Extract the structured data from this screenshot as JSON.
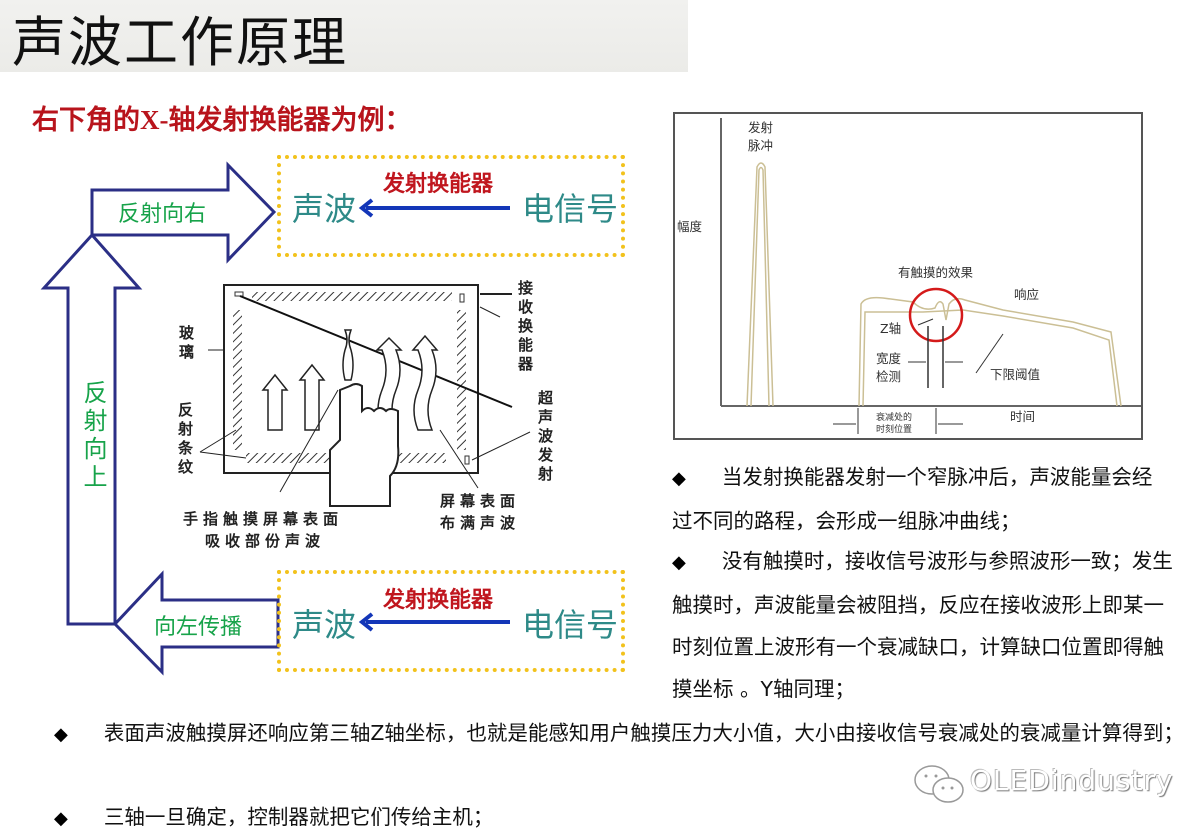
{
  "slide": {
    "title": "声波工作原理",
    "subtitle": "右下角的X-轴发射换能器为例："
  },
  "flow_diagram": {
    "top_box": {
      "left": "声波",
      "transducer": "发射换能器",
      "right": "电信号"
    },
    "bottom_box": {
      "left": "声波",
      "transducer": "发射换能器",
      "right": "电信号"
    },
    "arrow_right_label": "反射向右",
    "arrow_up_label": "反射向上",
    "arrow_left_label": "向左传播",
    "colors": {
      "arrow_outline": "#2b2f86",
      "label_green": "#17a34a",
      "transducer_red": "#c0161e",
      "sound_teal": "#2e8a88",
      "box_dots": "#f2c21c",
      "signal_arrow": "#1336b8"
    }
  },
  "screen_diagram": {
    "labels": {
      "glass": "玻璃",
      "reflect_stripes": "反射条纹",
      "receive_transducer": "接收换能器",
      "ultrasonic_emit": "超声波发射",
      "finger_absorb_line1": "手指触摸屏幕表面",
      "finger_absorb_line2": "吸收部份声波",
      "surface_full_line1": "屏幕表面",
      "surface_full_line2": "布满声波"
    }
  },
  "waveform_chart": {
    "ylabel": "幅度",
    "xlabel": "时间",
    "pulse_label_line1": "发射",
    "pulse_label_line2": "脉冲",
    "touch_effect": "有触摸的效果",
    "response": "响应",
    "z_axis": "Z轴",
    "width_detect_line1": "宽度",
    "width_detect_line2": "检测",
    "lower_threshold": "下限阈值",
    "attenuation_pos_line1": "衰减处的",
    "attenuation_pos_line2": "时刻位置"
  },
  "chart_data": {
    "type": "line",
    "title": "",
    "xlabel": "时间",
    "ylabel": "幅度",
    "series": [
      {
        "name": "发射脉冲",
        "description": "narrow tall transmit pulse near start of time axis"
      },
      {
        "name": "响应",
        "description": "broad received response plateau with attenuation notch (touch point)"
      },
      {
        "name": "下限阈值",
        "description": "threshold line slightly below response envelope"
      }
    ],
    "annotations": [
      "发射脉冲",
      "有触摸的效果",
      "响应",
      "Z轴",
      "宽度检测",
      "下限阈值",
      "衰减处的时刻位置"
    ],
    "grid": false
  },
  "right_text": {
    "bullets": [
      {
        "marker": "◆",
        "text": "当发射换能器发射一个窄脉冲后，声波能量会经过不同的路程，会形成一组脉冲曲线；"
      },
      {
        "marker": "◆",
        "text": "没有触摸时，接收信号波形与参照波形一致；发生触摸时，声波能量会被阻挡，反应在接收波形上即某一时刻位置上波形有一个衰减缺口，计算缺口位置即得触摸坐标 。Y轴同理；"
      }
    ]
  },
  "bottom_text": {
    "bullets": [
      {
        "marker": "◆",
        "text": "表面声波触摸屏还响应第三轴Z轴坐标，也就是能感知用户触摸压力大小值，大小由接收信号衰减处的衰减量计算得到；"
      },
      {
        "marker": "◆",
        "text": "三轴一旦确定，控制器就把它们传给主机；"
      }
    ]
  },
  "watermark": {
    "text": "OLEDindustry",
    "icon": "wechat-icon"
  }
}
